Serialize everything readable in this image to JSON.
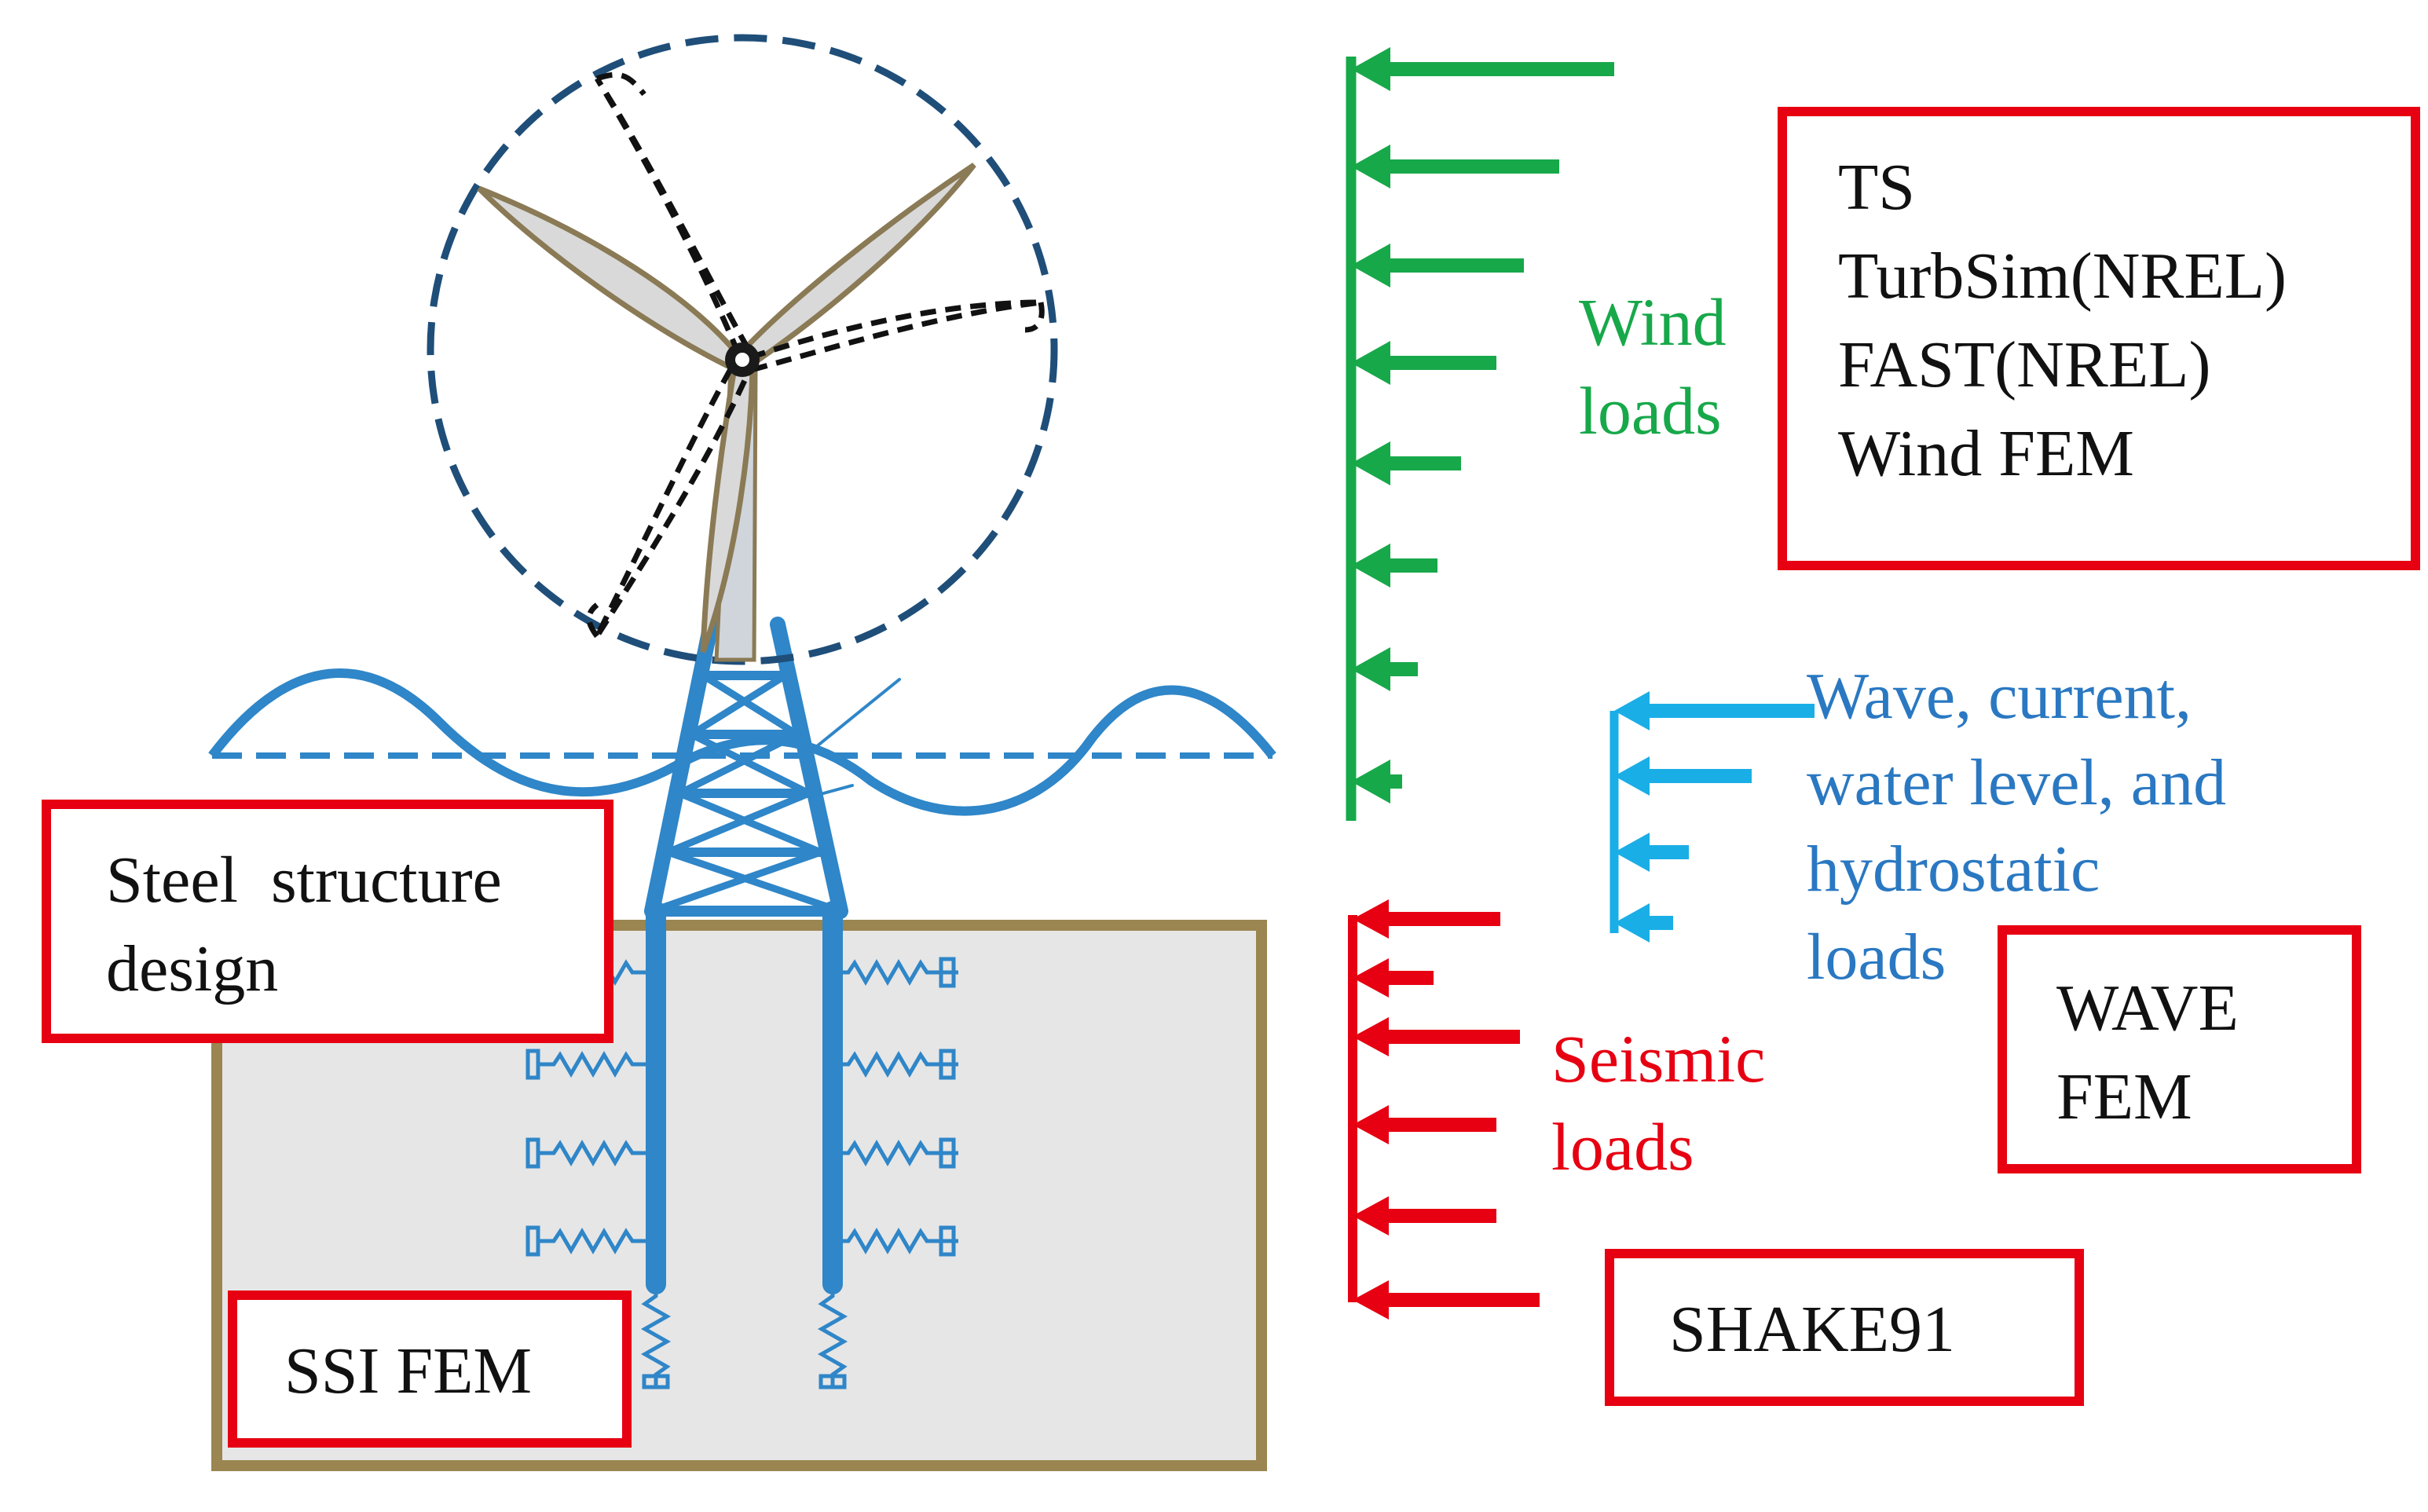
{
  "colors": {
    "wind": "#17a84a",
    "wave": "#1aaee6",
    "seismic": "#e60012",
    "box_border": "#e60012",
    "structure": "#2f86c8",
    "rotor_outline": "#1f4e79",
    "soil_fill": "#e6e6e6",
    "soil_border": "#9b8550",
    "text": "#111111"
  },
  "loads": {
    "wind_label": [
      "Wind",
      "loads"
    ],
    "wave_label": [
      "Wave, current,",
      "water level, and",
      "hydrostatic",
      "loads"
    ],
    "seismic_label": [
      "Seismic",
      "loads"
    ]
  },
  "boxes": {
    "wind_tools": [
      "TS",
      "TurbSim(NREL)",
      "FAST(NREL)",
      "Wind FEM"
    ],
    "wave_tools": [
      "WAVE",
      "FEM"
    ],
    "seismic_tools": [
      "SHAKE91"
    ],
    "steel": [
      "Steel  structure",
      "design"
    ],
    "ssi": [
      "SSI FEM"
    ]
  },
  "icons": {
    "turbine": "wind-turbine-icon",
    "jacket": "jacket-foundation-icon",
    "springs": "soil-spring-icon"
  }
}
